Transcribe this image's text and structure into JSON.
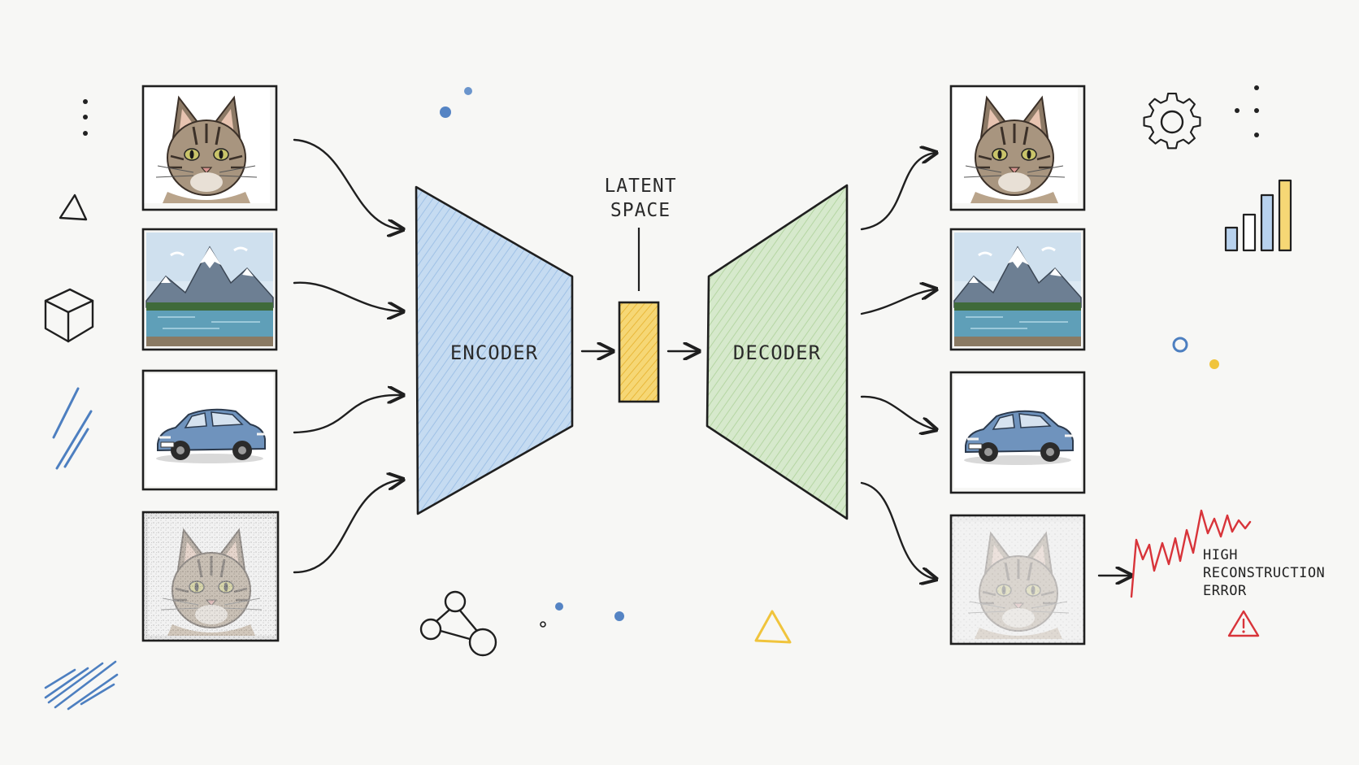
{
  "diagram": {
    "encoder_label": "ENCODER",
    "decoder_label": "DECODER",
    "latent_label_line1": "LATENT",
    "latent_label_line2": "SPACE",
    "error_label_line1": "HIGH",
    "error_label_line2": "RECONSTRUCTION",
    "error_label_line3": "ERROR"
  },
  "inputs": [
    {
      "subject": "cat"
    },
    {
      "subject": "mountain-lake"
    },
    {
      "subject": "car"
    },
    {
      "subject": "noisy-cat"
    }
  ],
  "outputs": [
    {
      "subject": "cat"
    },
    {
      "subject": "mountain-lake"
    },
    {
      "subject": "car"
    },
    {
      "subject": "blurry-cat"
    }
  ],
  "colors": {
    "encoder_fill": "#bcd5ee",
    "decoder_fill": "#cfe4c4",
    "latent_fill": "#f3cf5e",
    "error_signal": "#d8343a",
    "accent_blue": "#4d7fc0",
    "accent_yellow": "#f0c43c"
  }
}
